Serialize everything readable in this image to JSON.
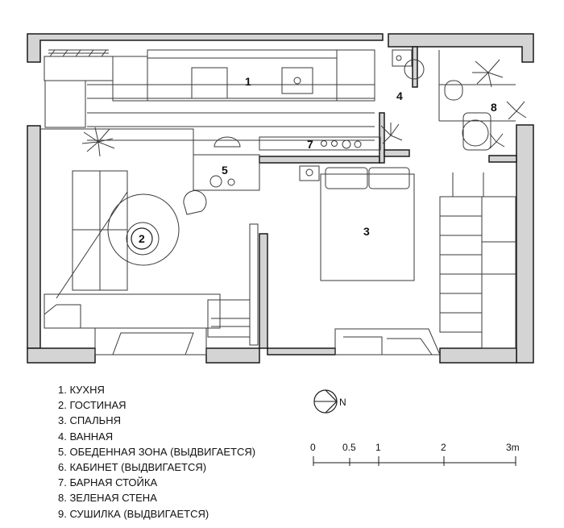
{
  "rooms": [
    {
      "number": "1",
      "name": "КУХНЯ"
    },
    {
      "number": "2",
      "name": "ГОСТИНАЯ"
    },
    {
      "number": "3",
      "name": "СПАЛЬНЯ"
    },
    {
      "number": "4",
      "name": "ВАННАЯ"
    },
    {
      "number": "5",
      "name": "ОБЕДЕННАЯ ЗОНА (ВЫДВИГАЕТСЯ)"
    },
    {
      "number": "7",
      "name": "БАРНАЯ СТОЙКА"
    },
    {
      "number": "8",
      "name": "ЗЕЛЕНАЯ СТЕНА"
    }
  ],
  "legend": [
    "1. КУХНЯ",
    "2. ГОСТИНАЯ",
    "3. СПАЛЬНЯ",
    "4. ВАННАЯ",
    "5. ОБЕДЕННАЯ ЗОНА (ВЫДВИГАЕТСЯ)",
    "6. КАБИНЕТ (ВЫДВИГАЕТСЯ)",
    "7. БАРНАЯ СТОЙКА",
    "8. ЗЕЛЕНАЯ СТЕНА",
    "9. СУШИЛКА (ВЫДВИГАЕТСЯ)"
  ],
  "north_label": "N",
  "scale_labels": [
    "0",
    "0.5",
    "1",
    "2",
    "3m"
  ],
  "colors": {
    "wall_fill": "#d4d4d4",
    "wall_stroke": "#1a1a1a",
    "line": "#3a3a3a",
    "light_line": "#8a8a8a"
  }
}
